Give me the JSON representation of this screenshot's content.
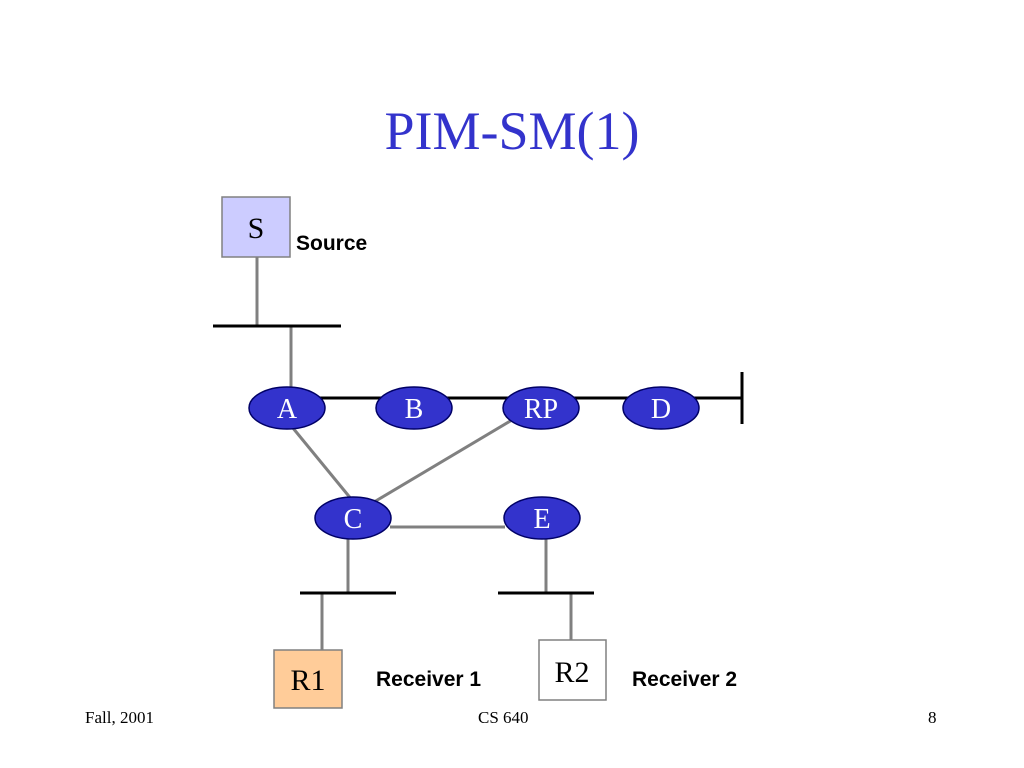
{
  "slide": {
    "title": "PIM-SM(1)",
    "footer_left": "Fall, 2001",
    "footer_center": "CS 640",
    "footer_right": "8"
  },
  "diagram": {
    "source_box": "S",
    "source_label": "Source",
    "routers": {
      "a": "A",
      "b": "B",
      "rp": "RP",
      "d": "D",
      "c": "C",
      "e": "E"
    },
    "receiver1_box": "R1",
    "receiver1_label": "Receiver 1",
    "receiver2_box": "R2",
    "receiver2_label": "Receiver 2"
  },
  "colors": {
    "title": "#3333cc",
    "router_fill": "#3333cc",
    "source_fill": "#ccccff",
    "receiver1_fill": "#ffcc99",
    "receiver2_fill": "#ffffff",
    "link_gray": "#808080"
  }
}
